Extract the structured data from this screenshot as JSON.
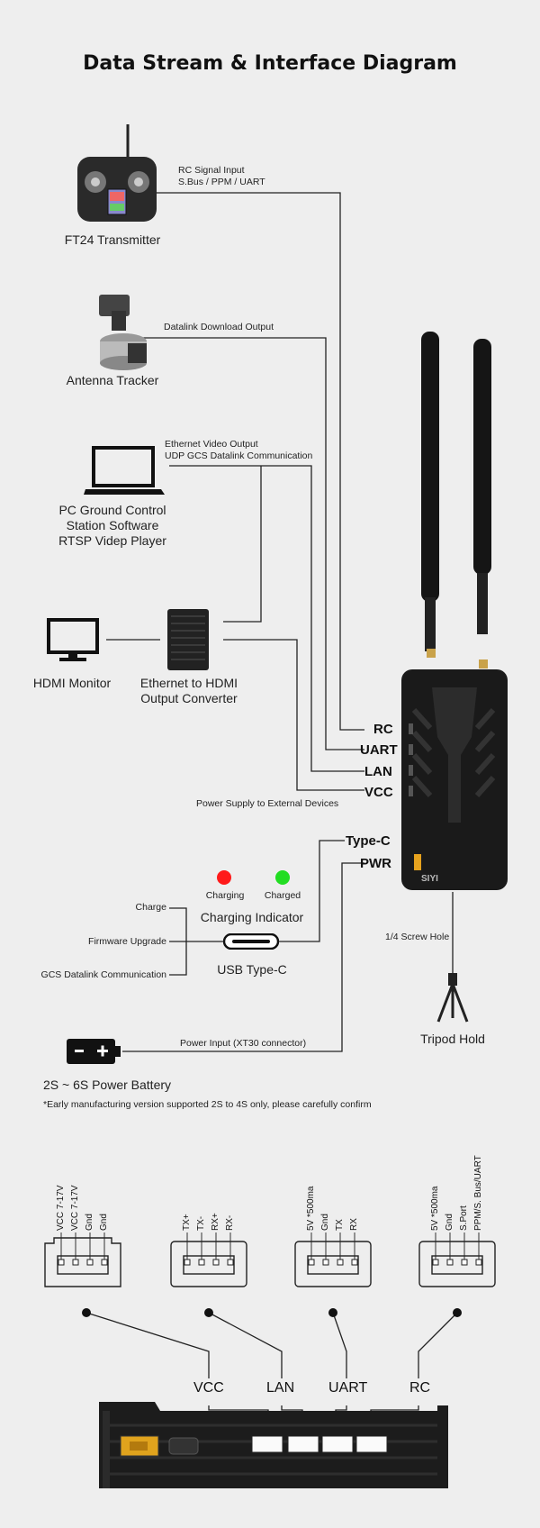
{
  "title": "Data Stream & Interface Diagram",
  "devices": {
    "transmitter": "FT24 Transmitter",
    "tracker": "Antenna Tracker",
    "pc": [
      "PC Ground Control",
      "Station Software",
      "RTSP Videp Player"
    ],
    "monitor": "HDMI Monitor",
    "converter": [
      "Ethernet to HDMI",
      "Output Converter"
    ],
    "tripod": "Tripod Hold",
    "battery": "2S ~ 6S Power Battery"
  },
  "links": {
    "rc_input": [
      "RC Signal Input",
      "S.Bus / PPM / UART"
    ],
    "datalink_download": "Datalink Download Output",
    "ethernet": [
      "Ethernet Video Output",
      "UDP GCS Datalink Communication"
    ],
    "power_external": "Power Supply to External Devices",
    "screw_hole": "1/4 Screw Hole",
    "power_input": "Power Input (XT30 connector)"
  },
  "ports": [
    "RC",
    "UART",
    "LAN",
    "VCC",
    "Type-C",
    "PWR"
  ],
  "charging": {
    "indicator_label": "Charging Indicator",
    "states": [
      {
        "label": "Charging",
        "color": "#ff1a1a"
      },
      {
        "label": "Charged",
        "color": "#22dd22"
      }
    ]
  },
  "usb": {
    "label": "USB Type-C",
    "functions": [
      "Charge",
      "Firmware Upgrade",
      "GCS Datalink Communication"
    ]
  },
  "note": "*Early manufacturing version supported 2S to 4S only, please carefully confirm",
  "connectors": [
    {
      "name": "VCC",
      "pins": [
        "VCC 7-17V",
        "VCC 7-17V",
        "Gnd",
        "Gnd"
      ]
    },
    {
      "name": "LAN",
      "pins": [
        "TX+",
        "TX-",
        "RX+",
        "RX-"
      ]
    },
    {
      "name": "UART",
      "pins": [
        "5V *500ma",
        "Gnd",
        "TX",
        "RX"
      ]
    },
    {
      "name": "RC",
      "pins": [
        "5V *500ma",
        "Gnd",
        "S.Port",
        "PPM/S. Bus/UART"
      ]
    }
  ],
  "brand": "SIYI",
  "colors": {
    "line": "#222222",
    "device": "#1c1c1c",
    "background": "#eeeeee"
  }
}
